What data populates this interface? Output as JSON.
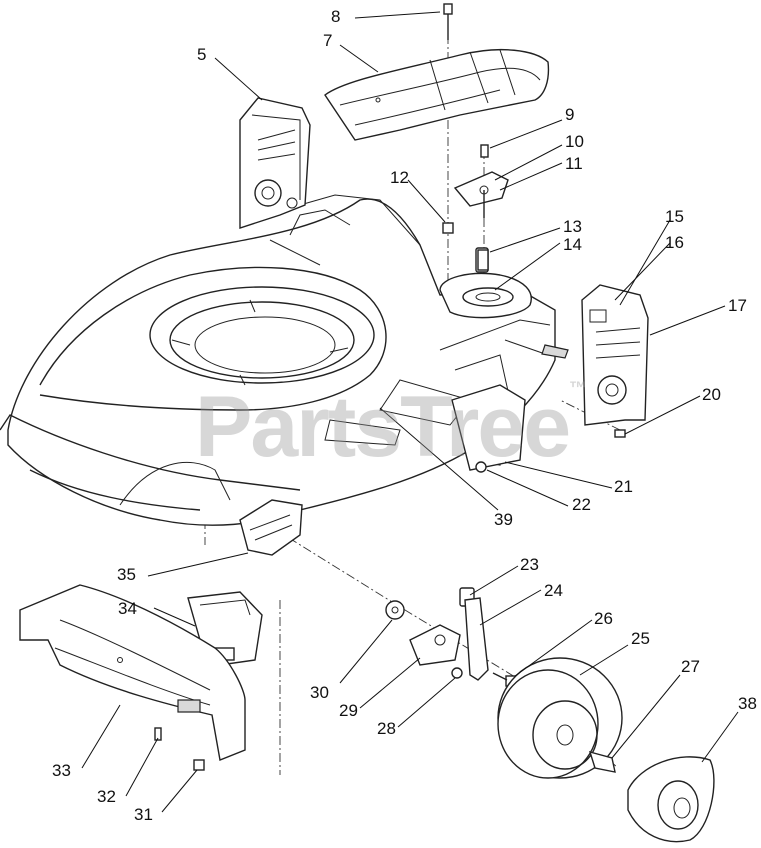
{
  "watermark": {
    "text": "PartsTree",
    "trademark": "™"
  },
  "callouts": [
    {
      "id": "8",
      "label": "8"
    },
    {
      "id": "7",
      "label": "7"
    },
    {
      "id": "5",
      "label": "5"
    },
    {
      "id": "9",
      "label": "9"
    },
    {
      "id": "10",
      "label": "10"
    },
    {
      "id": "11",
      "label": "11"
    },
    {
      "id": "12",
      "label": "12"
    },
    {
      "id": "13",
      "label": "13"
    },
    {
      "id": "14",
      "label": "14"
    },
    {
      "id": "15",
      "label": "15"
    },
    {
      "id": "16",
      "label": "16"
    },
    {
      "id": "17",
      "label": "17"
    },
    {
      "id": "20",
      "label": "20"
    },
    {
      "id": "21",
      "label": "21"
    },
    {
      "id": "22",
      "label": "22"
    },
    {
      "id": "39",
      "label": "39"
    },
    {
      "id": "35",
      "label": "35"
    },
    {
      "id": "23",
      "label": "23"
    },
    {
      "id": "24",
      "label": "24"
    },
    {
      "id": "26",
      "label": "26"
    },
    {
      "id": "25",
      "label": "25"
    },
    {
      "id": "34",
      "label": "34"
    },
    {
      "id": "30",
      "label": "30"
    },
    {
      "id": "29",
      "label": "29"
    },
    {
      "id": "28",
      "label": "28"
    },
    {
      "id": "27",
      "label": "27"
    },
    {
      "id": "38",
      "label": "38"
    },
    {
      "id": "33",
      "label": "33"
    },
    {
      "id": "32",
      "label": "32"
    },
    {
      "id": "31",
      "label": "31"
    }
  ]
}
